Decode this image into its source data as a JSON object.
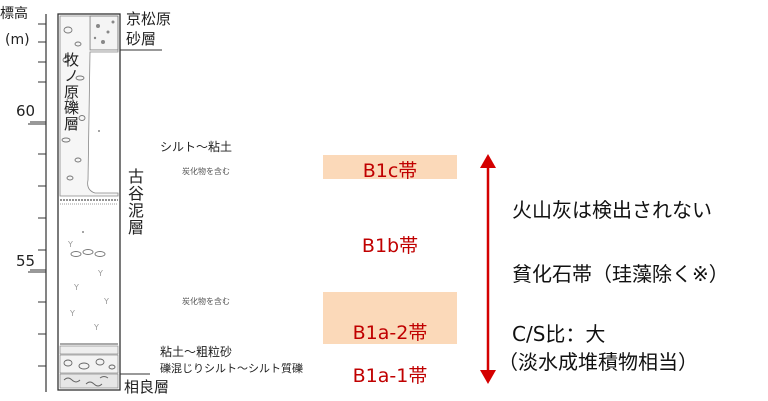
{
  "axis": {
    "label_line1": "標高",
    "label_line2": "(m)",
    "ticks": [
      "60",
      "55"
    ]
  },
  "strata": {
    "kyomatsubara_line1": "京松原",
    "kyomatsubara_line2": "砂層",
    "makinohara": "牧ノ原礫層",
    "furuya": "古谷泥層",
    "sagara": "相良層"
  },
  "lithology": {
    "silt_clay": "シルト〜粘土",
    "charcoal_upper": "炭化物を含む",
    "charcoal_lower": "炭化物を含む",
    "clay_coarse_sand": "粘土〜粗粒砂",
    "gravelly_silt": "礫混じりシルト〜シルト質礫"
  },
  "zones": {
    "b1c": "B1c帯",
    "b1b": "B1b帯",
    "b1a2": "B1a-2帯",
    "b1a1": "B1a-1帯"
  },
  "notes": {
    "volcanic_ash": "火山灰は検出されない",
    "barren_zone": "貧化石帯（珪藻除く※）",
    "cs_ratio": "C/S比：大",
    "freshwater": "（淡水成堆積物相当）"
  },
  "colors": {
    "band_fill": "#fbd9b9",
    "zone_text": "#c00000",
    "arrow": "#d40000"
  }
}
